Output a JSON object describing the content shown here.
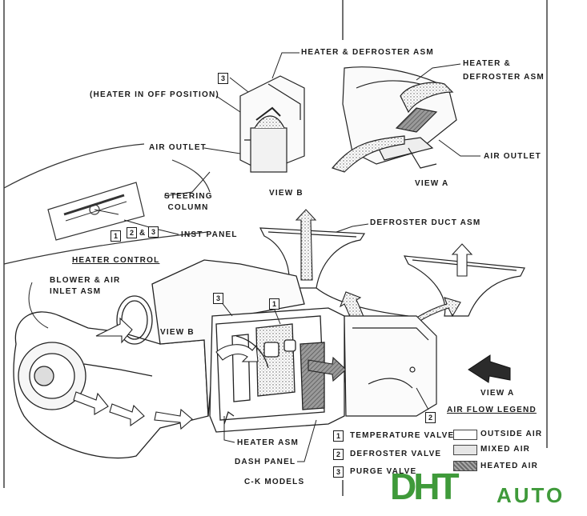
{
  "labels": {
    "heater_defroster_asm_top": "HEATER & DEFROSTER ASM",
    "heater_defroster_asm_right_1": "HEATER &",
    "heater_defroster_asm_right_2": "DEFROSTER ASM",
    "heater_off_position": "(HEATER IN OFF POSITION)",
    "air_outlet_left": "AIR OUTLET",
    "air_outlet_right": "AIR OUTLET",
    "steering_column_1": "STEERING",
    "steering_column_2": "COLUMN",
    "view_b_top": "VIEW B",
    "view_a_top": "VIEW A",
    "defroster_duct_asm": "DEFROSTER DUCT ASM",
    "inst_panel": "INST PANEL",
    "heater_control": "HEATER CONTROL",
    "blower_air_inlet_1": "BLOWER & AIR",
    "blower_air_inlet_2": "INLET ASM",
    "view_b_main": "VIEW B",
    "view_a_main": "VIEW A",
    "heater_asm": "HEATER ASM",
    "dash_panel": "DASH PANEL",
    "ck_models": "C-K MODELS",
    "ampersand": "&"
  },
  "callouts": {
    "n1": "1",
    "n2": "2",
    "n3": "3"
  },
  "legend": {
    "title": "AIR FLOW LEGEND",
    "valves": [
      {
        "num": "1",
        "label": "TEMPERATURE VALVE"
      },
      {
        "num": "2",
        "label": "DEFROSTER VALVE"
      },
      {
        "num": "3",
        "label": "PURGE VALVE"
      }
    ],
    "air_types": [
      {
        "label": "OUTSIDE AIR",
        "fill": "#ffffff"
      },
      {
        "label": "MIXED AIR",
        "fill": "#e6e6e6"
      },
      {
        "label": "HEATED AIR",
        "fill": "#8a8a8a"
      }
    ]
  },
  "watermark": {
    "brand_main": "DHT",
    "brand_sub": "AUTO",
    "color": "#3f9a3a"
  }
}
